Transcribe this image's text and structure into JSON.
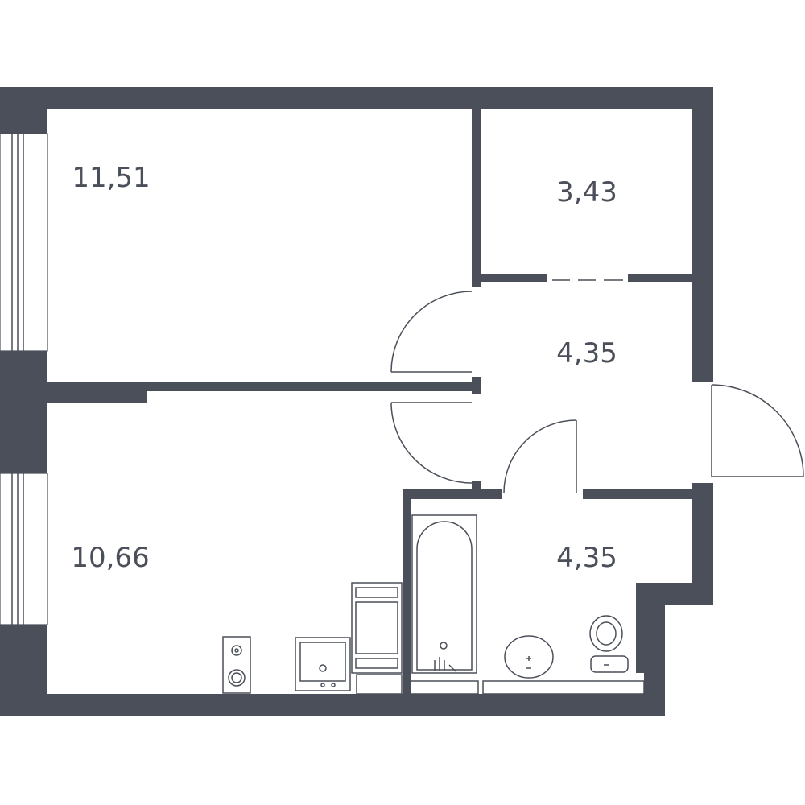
{
  "plan": {
    "rooms": [
      {
        "id": "room-1",
        "type": "living-room",
        "area": "11,51"
      },
      {
        "id": "room-2",
        "type": "storage",
        "area": "3,43"
      },
      {
        "id": "room-3",
        "type": "hallway",
        "area": "4,35"
      },
      {
        "id": "room-4",
        "type": "kitchen-living",
        "area": "10,66"
      },
      {
        "id": "room-5",
        "type": "bathroom",
        "area": "4,35"
      }
    ],
    "colors": {
      "wall": "#4b4f59",
      "background": "#ffffff"
    }
  }
}
